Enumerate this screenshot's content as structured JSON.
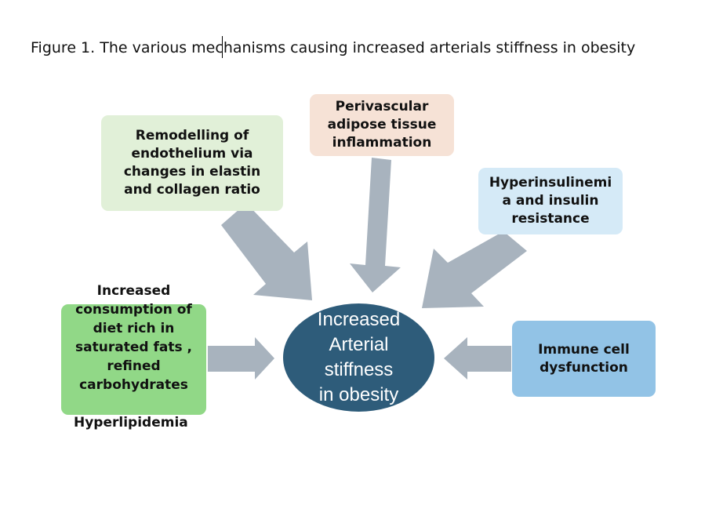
{
  "caption": "Figure 1. The various mechanisms causing increased arterials stiffness in obesity",
  "center": {
    "lines": [
      "Increased",
      "Arterial",
      "stiffness",
      "in obesity"
    ],
    "color": "#2e5c7a"
  },
  "nodes": {
    "remodelling": {
      "lines": [
        "Remodelling of",
        "endothelium via",
        "changes in elastin",
        "and collagen ratio"
      ],
      "color": "#e1f0d8"
    },
    "perivascular": {
      "lines": [
        "Perivascular",
        "adipose tissue",
        "inflammation"
      ],
      "color": "#f6e2d6"
    },
    "hyperinsulinemia": {
      "lines": [
        "Hyperinsulinemi",
        "a and insulin",
        "resistance"
      ],
      "color": "#d5eaf7"
    },
    "immune": {
      "lines": [
        "Immune cell",
        "dysfunction"
      ],
      "color": "#92c3e6"
    },
    "diet": {
      "lines": [
        "Increased",
        "consumption of",
        "diet rich in",
        "saturated fats ,",
        "refined",
        "carbohydrates"
      ],
      "color": "#91d887",
      "footer": "Hyperlipidemia"
    }
  },
  "arrow_color": "#a8b3be"
}
